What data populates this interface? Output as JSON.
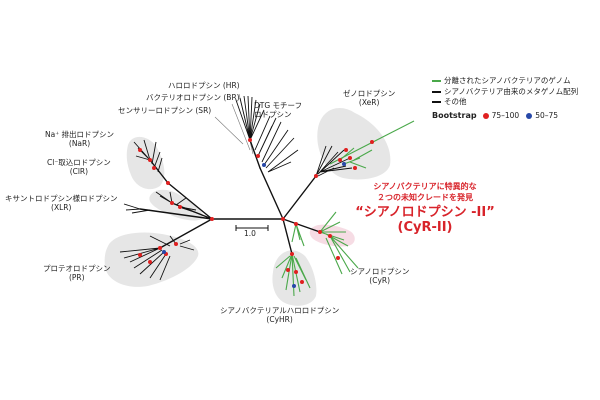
{
  "labels": {
    "hr": "ハロロドプシン (HR)",
    "br": "バクテリオロドプシン (BR)",
    "sr": "センサリーロドプシン (SR)",
    "dtg_1": "DTG モチーフ",
    "dtg_2": "ロドプシン",
    "xer_1": "ゼノロドプシン",
    "xer_2": "(XeR)",
    "nar_1": "Na⁺ 排出ロドプシン",
    "nar_2": "(NaR)",
    "clr_1": "Cl⁻取込ロドプシン",
    "clr_2": "(ClR)",
    "xlr_1": "キサントロドプシン様ロドプシン",
    "xlr_2": "(XLR)",
    "pr_1": "プロテオロドプシン",
    "pr_2": "(PR)",
    "cyr_1": "シアノロドプシン",
    "cyr_2": "(CyR)",
    "cyhr_1": "シアノバクテリアルハロロドプシン",
    "cyhr_2": "(CyHR)"
  },
  "legend": {
    "items": [
      {
        "label": "分離されたシアノバクテリアのゲノム",
        "color": "#4aa84a"
      },
      {
        "label": "シアノバクテリア由来のメタゲノム配列",
        "color": "#111111"
      },
      {
        "label": "その他",
        "color": "#111111"
      }
    ],
    "bootstrap_title": "Bootstrap",
    "bootstrap": [
      {
        "label": "75–100",
        "color": "#e02020"
      },
      {
        "label": "50–75",
        "color": "#2748a8"
      }
    ]
  },
  "highlight": {
    "line1": "シアノバクテリアに特異的な",
    "line2": "２つの未知クレードを発見",
    "line3": "“シアノロドプシン -II”",
    "line4": "(CyR-II)"
  },
  "scale_label": "1.0",
  "colors": {
    "cluster_bg": "#e6e6e6",
    "cyr2_bg": "#f6dce4",
    "green": "#4aa84a",
    "black": "#111111",
    "red": "#e02020",
    "blue": "#2748a8"
  }
}
